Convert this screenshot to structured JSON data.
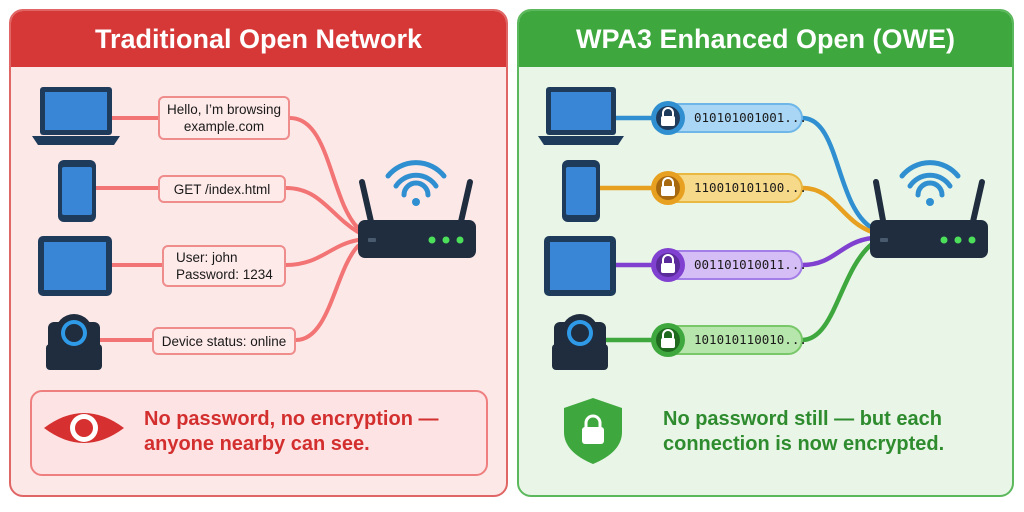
{
  "left_panel": {
    "title": "Traditional Open Network",
    "messages": [
      {
        "lines": [
          "Hello, I’m browsing",
          "example.com"
        ]
      },
      {
        "lines": [
          "GET /index.html"
        ]
      },
      {
        "lines": [
          "User: john",
          "Password: 1234"
        ]
      },
      {
        "lines": [
          "Device status: online"
        ]
      }
    ],
    "callout": {
      "lines": [
        "No password, no encryption —",
        "anyone nearby can see."
      ]
    },
    "colors": {
      "header": "#d63838",
      "background": "#fde8e8",
      "line": "#f07070",
      "text": "#d32f2f"
    }
  },
  "right_panel": {
    "title": "WPA3 Enhanced Open (OWE)",
    "tunnels": [
      {
        "data": "010101001001...",
        "color": "#2f8fd0"
      },
      {
        "data": "110010101100...",
        "color": "#e8a020"
      },
      {
        "data": "001101010011...",
        "color": "#8040d0"
      },
      {
        "data": "101010110010...",
        "color": "#3ea83e"
      }
    ],
    "callout": {
      "lines": [
        "No password still — but each",
        "connection is now encrypted."
      ]
    },
    "colors": {
      "header": "#3ea83e",
      "background": "#e9f6e7",
      "text": "#2e8b2e"
    }
  },
  "icons": [
    "laptop-icon",
    "phone-icon",
    "tablet-icon",
    "camera-icon",
    "router-icon",
    "wifi-icon",
    "lock-icon",
    "eye-icon",
    "shield-lock-icon"
  ]
}
